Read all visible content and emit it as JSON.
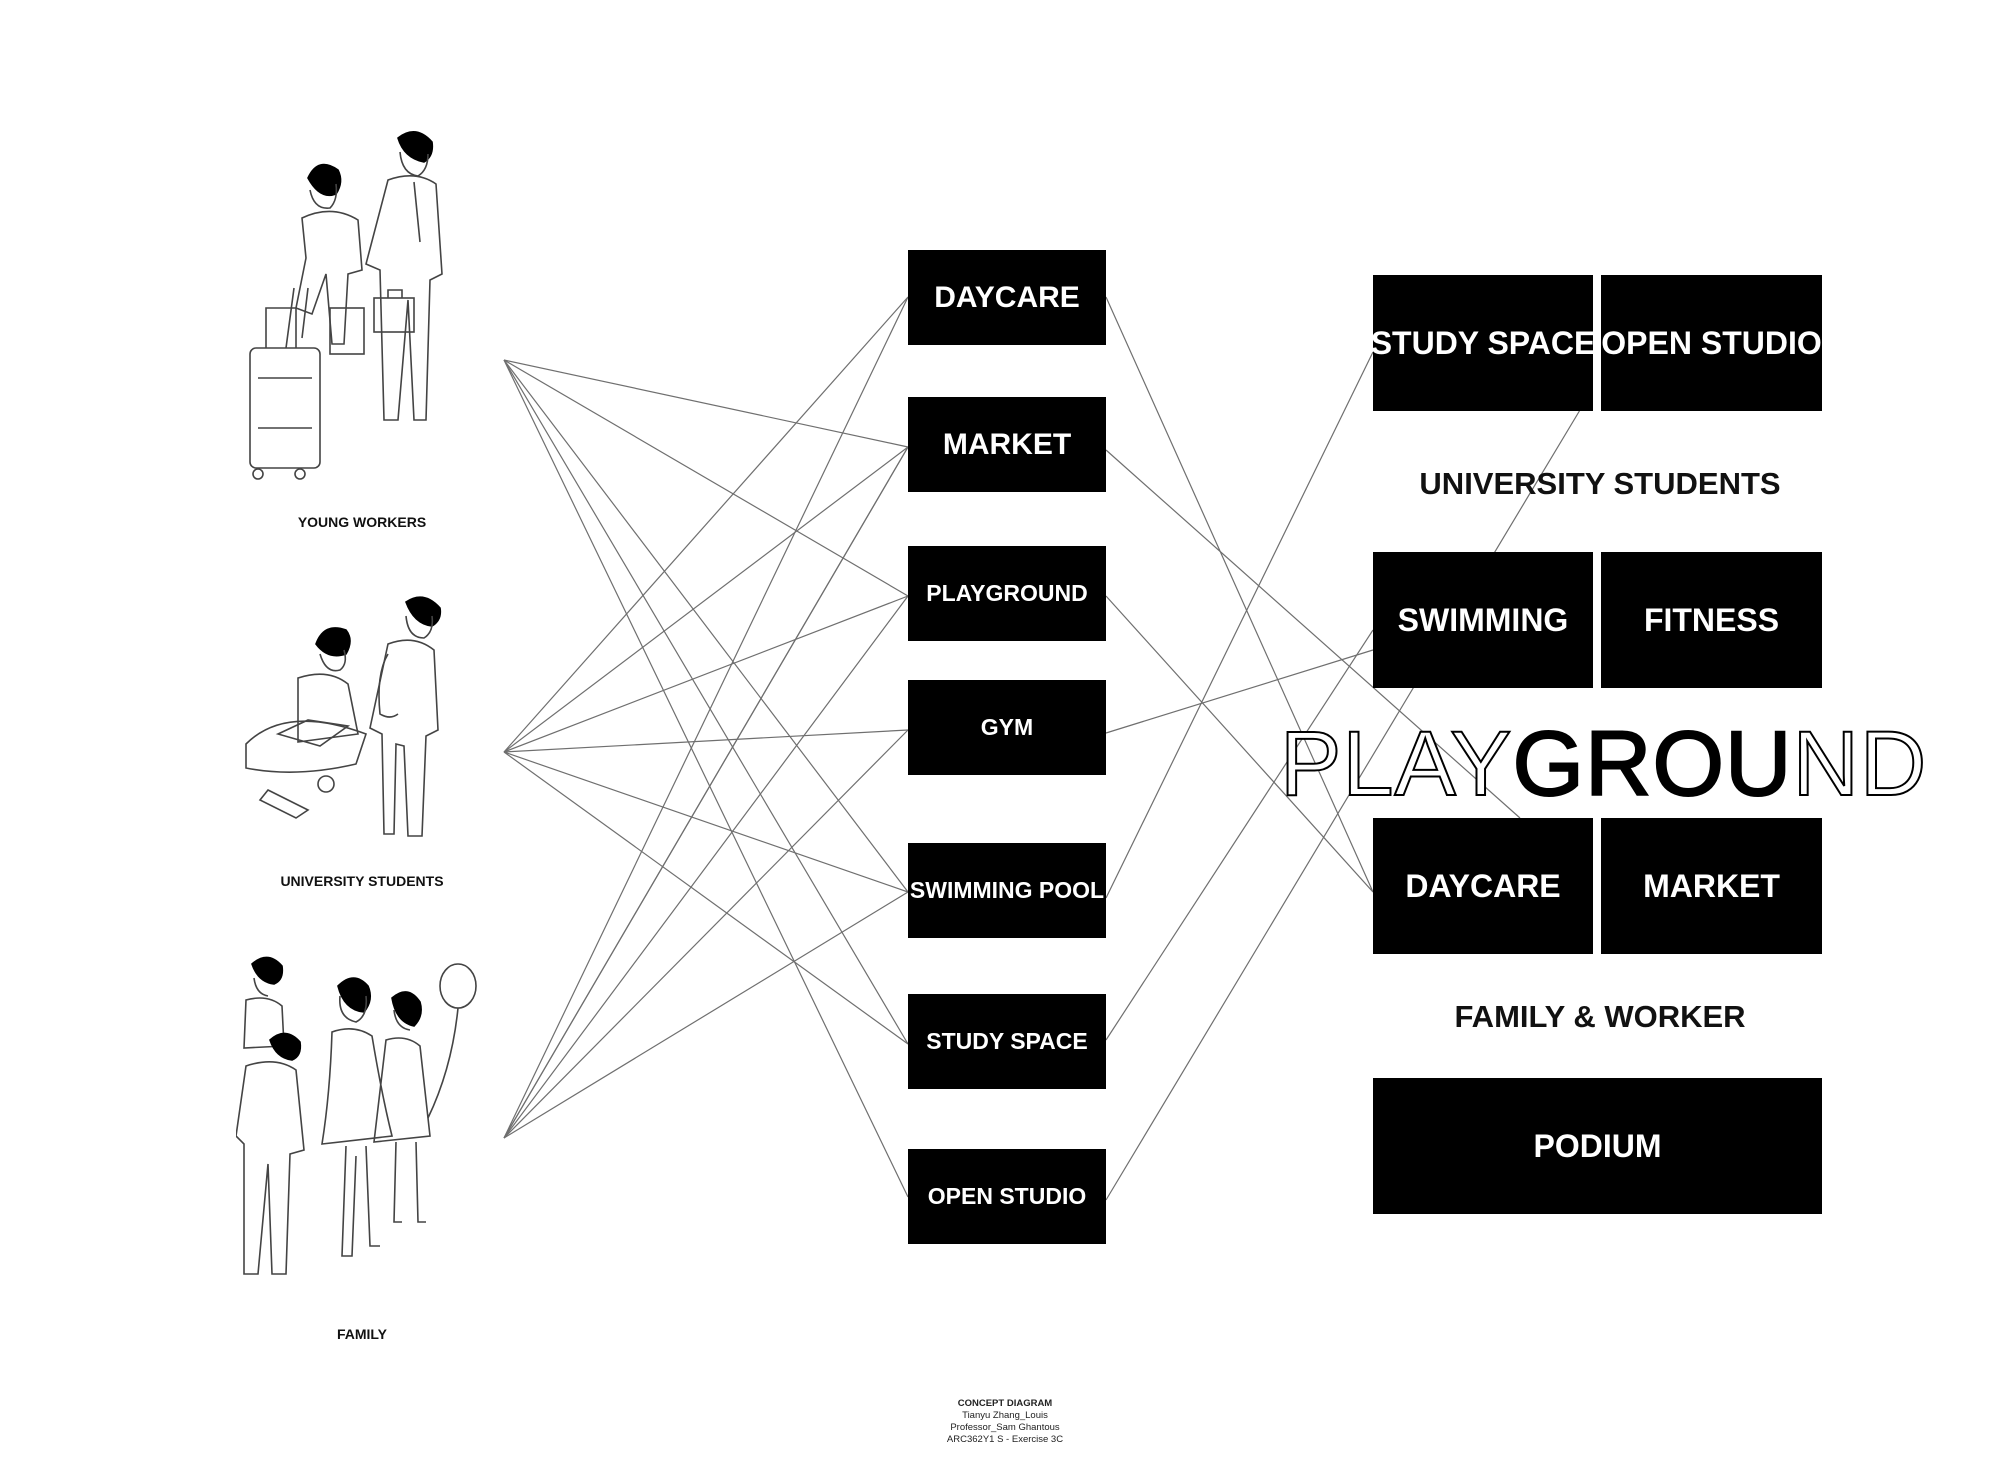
{
  "personas": [
    {
      "id": "young-workers",
      "label": "YOUNG WORKERS",
      "icon": "young-workers-figures-icon"
    },
    {
      "id": "university-students",
      "label": "UNIVERSITY STUDENTS",
      "icon": "students-figures-icon"
    },
    {
      "id": "family",
      "label": "FAMILY",
      "icon": "family-figures-icon"
    }
  ],
  "programs": [
    {
      "id": "daycare",
      "label": "DAYCARE"
    },
    {
      "id": "market",
      "label": "MARKET"
    },
    {
      "id": "playground",
      "label": "PLAYGROUND"
    },
    {
      "id": "gym",
      "label": "GYM"
    },
    {
      "id": "swimming-pool",
      "label": "SWIMMING POOL"
    },
    {
      "id": "study-space",
      "label": "STUDY SPACE"
    },
    {
      "id": "open-studio",
      "label": "OPEN STUDIO"
    }
  ],
  "stack": {
    "tiles": [
      {
        "id": "study-space",
        "label": "STUDY SPACE"
      },
      {
        "id": "open-studio",
        "label": "OPEN STUDIO"
      },
      {
        "id": "swimming",
        "label": "SWIMMING"
      },
      {
        "id": "fitness",
        "label": "FITNESS"
      },
      {
        "id": "daycare",
        "label": "DAYCARE"
      },
      {
        "id": "market",
        "label": "MARKET"
      },
      {
        "id": "podium",
        "label": "PODIUM"
      }
    ],
    "group_labels": [
      "UNIVERSITY STUDENTS",
      "FAMILY & WORKER"
    ],
    "title": {
      "outline_start": "PLAY",
      "solid": "GROU",
      "outline_end": "ND"
    }
  },
  "connections": {
    "persona_to_program": [
      [
        "young-workers",
        "market"
      ],
      [
        "young-workers",
        "playground"
      ],
      [
        "young-workers",
        "swimming-pool"
      ],
      [
        "young-workers",
        "study-space"
      ],
      [
        "young-workers",
        "open-studio"
      ],
      [
        "university-students",
        "daycare"
      ],
      [
        "university-students",
        "market"
      ],
      [
        "university-students",
        "playground"
      ],
      [
        "university-students",
        "gym"
      ],
      [
        "university-students",
        "swimming-pool"
      ],
      [
        "university-students",
        "study-space"
      ],
      [
        "family",
        "daycare"
      ],
      [
        "family",
        "market"
      ],
      [
        "family",
        "playground"
      ],
      [
        "family",
        "gym"
      ],
      [
        "family",
        "swimming-pool"
      ],
      [
        "family",
        "market"
      ]
    ],
    "program_to_stack": [
      [
        "daycare",
        "daycare"
      ],
      [
        "market",
        "market"
      ],
      [
        "playground",
        "daycare"
      ],
      [
        "gym",
        "swimming"
      ],
      [
        "swimming-pool",
        "study-space"
      ],
      [
        "study-space",
        "fitness"
      ],
      [
        "open-studio",
        "open-studio"
      ]
    ]
  },
  "footer": {
    "title": "CONCEPT DIAGRAM",
    "line1": "Tianyu Zhang_Louis",
    "line2": "Professor_Sam Ghantous",
    "line3": "ARC362Y1 S - Exercise 3C"
  }
}
